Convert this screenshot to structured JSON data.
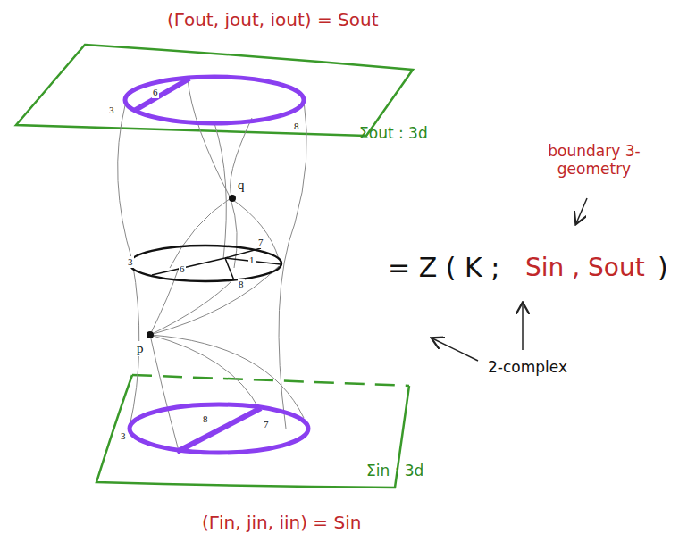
{
  "diagram": {
    "labels": [
      "(Γout, jout, iout) = Sout",
      "Σout : 3d",
      "boundary 3-geometry",
      "= Z ( K ;",
      "Sin , Sout",
      ")",
      "2-complex",
      "Σin : 3d",
      "(Γin, jin, iin) = Sin",
      "3",
      "6",
      "8",
      "q",
      "3",
      "6",
      "7",
      "1",
      "8",
      "p",
      "3",
      "8",
      "7"
    ]
  }
}
